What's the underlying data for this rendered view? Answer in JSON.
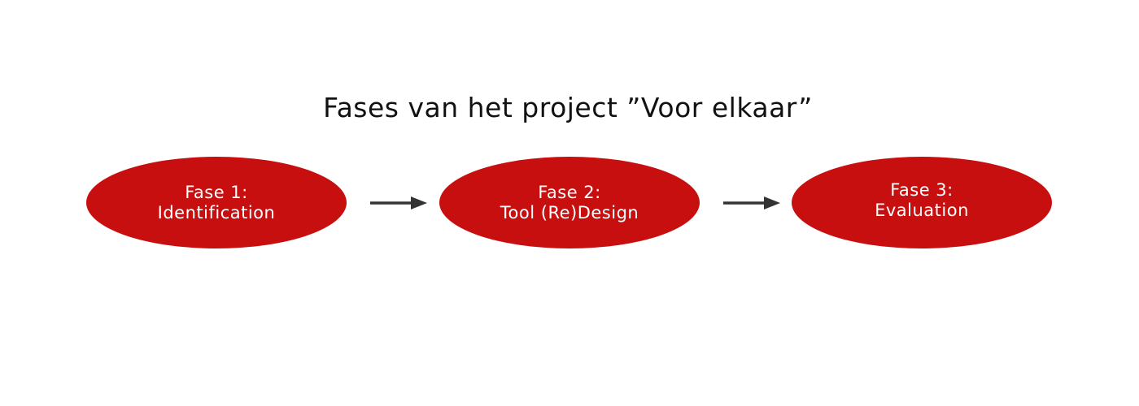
{
  "title": "Fases van het project ”Voor elkaar”",
  "phases": [
    {
      "line1": "Fase 1:",
      "line2": "Identification"
    },
    {
      "line1": "Fase 2:",
      "line2": "Tool (Re)Design"
    },
    {
      "line1": "Fase 3:",
      "line2": "Evaluation"
    }
  ],
  "colors": {
    "phase_fill": "#c80f10",
    "phase_text": "#ffffff",
    "arrow": "#333333",
    "title": "#111111"
  }
}
